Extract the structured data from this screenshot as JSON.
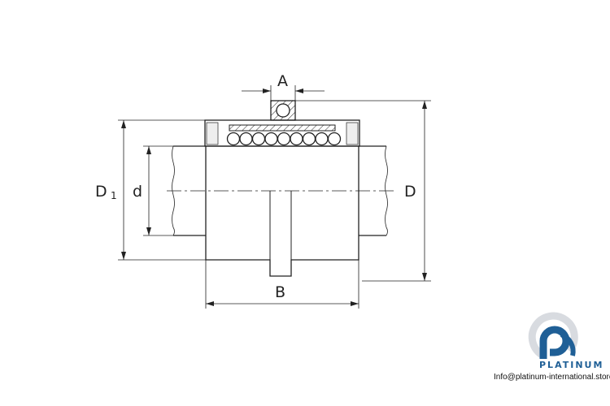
{
  "diagram": {
    "labels": {
      "A": "A",
      "B": "B",
      "D": "D",
      "D1_main": "D",
      "D1_sub": "1",
      "d": "d"
    }
  },
  "logo": {
    "brand": "PLATINUM",
    "email": "Info@platinum-international.store",
    "color": "#1f5f96"
  }
}
